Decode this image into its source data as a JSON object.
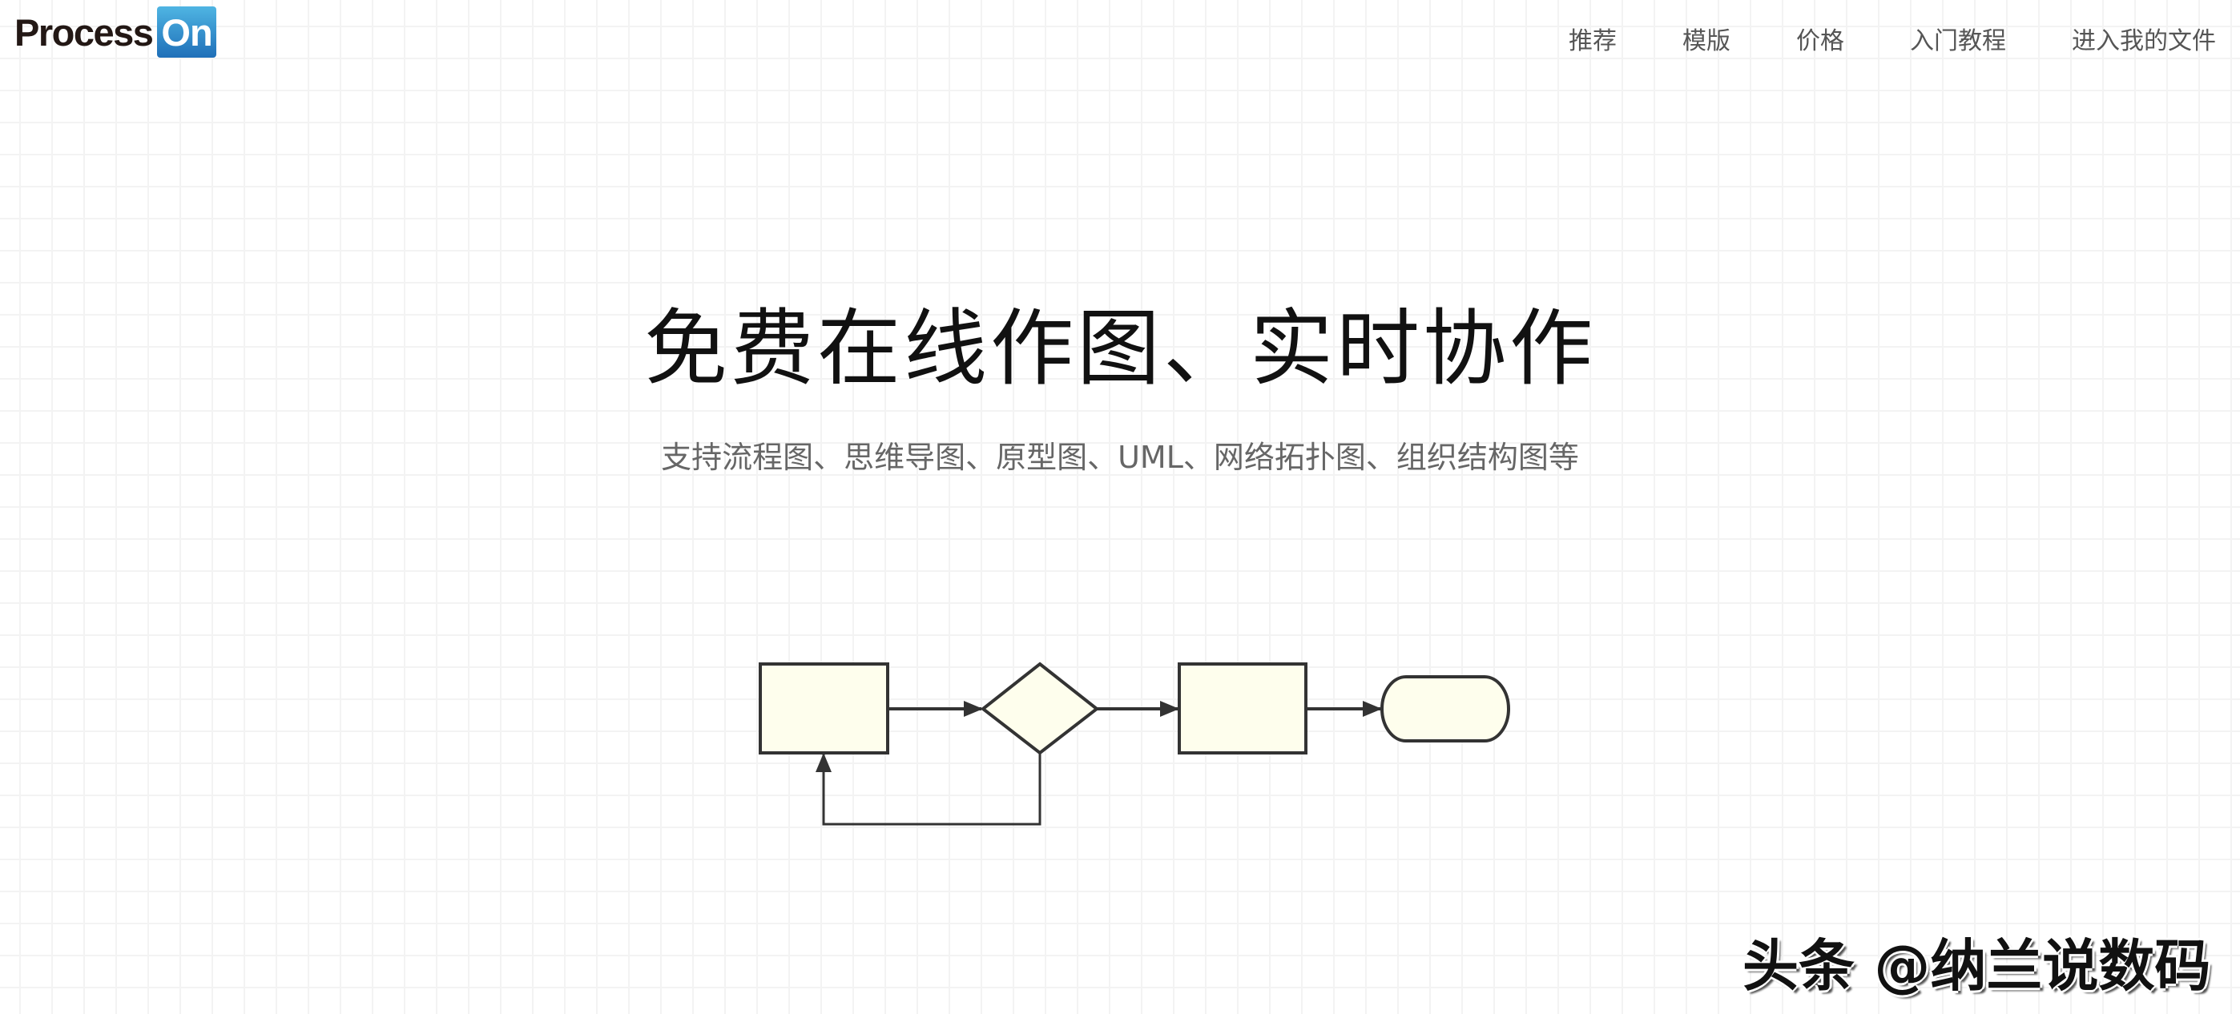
{
  "logo": {
    "part1": "Process",
    "part2": "On"
  },
  "nav": [
    {
      "label": "推荐"
    },
    {
      "label": "模版"
    },
    {
      "label": "价格"
    },
    {
      "label": "入门教程"
    },
    {
      "label": "进入我的文件"
    }
  ],
  "hero": {
    "title": "免费在线作图、实时协作",
    "subtitle": "支持流程图、思维导图、原型图、UML、网络拓扑图、组织结构图等"
  },
  "colors": {
    "shape_fill": "#fefeed",
    "shape_stroke": "#333333",
    "brand_blue": "#1f6fb8"
  },
  "watermark": "头条 @纳兰说数码"
}
